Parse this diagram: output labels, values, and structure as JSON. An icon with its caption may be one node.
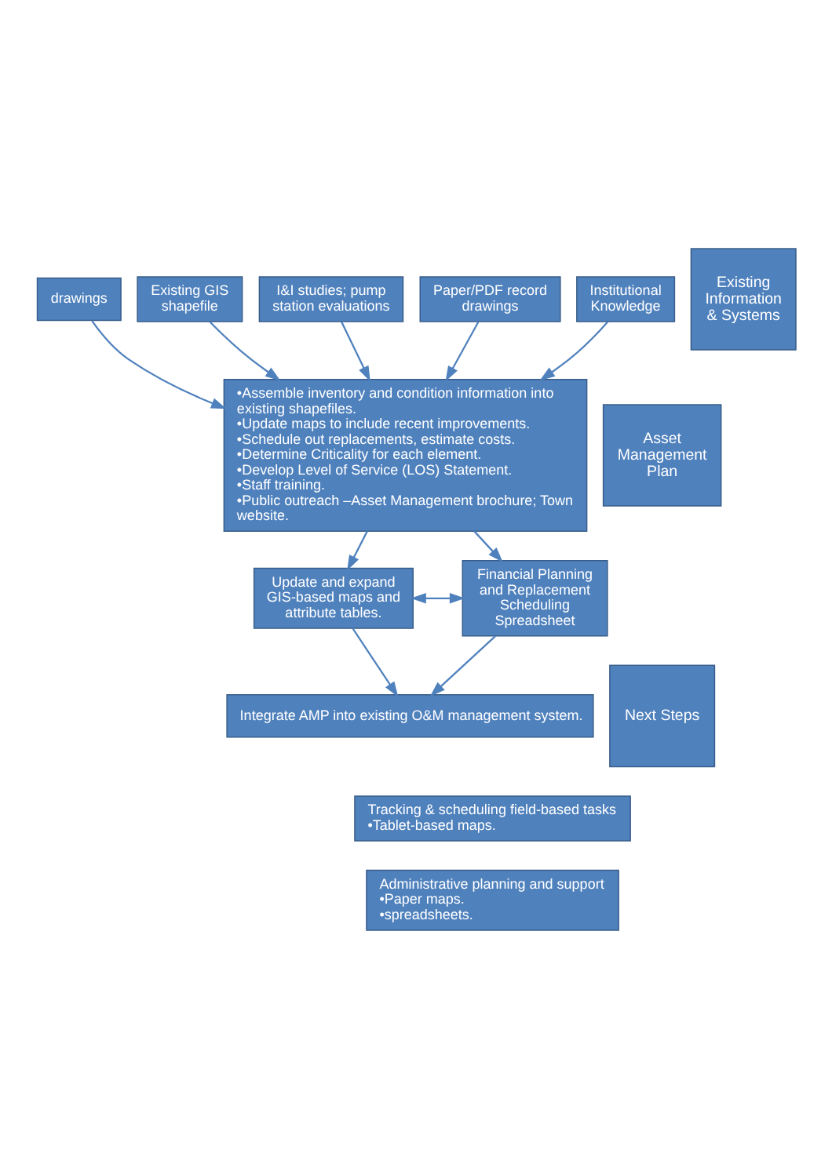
{
  "diagram": {
    "nodes": [
      {
        "text": [
          "Existing Information & Systems"
        ]
      },
      {
        "text": [
          "drawings"
        ]
      },
      {
        "text": [
          "Existing GIS shapefile"
        ]
      },
      {
        "text": [
          "I&I studies; pump station evaluations"
        ]
      },
      {
        "text": [
          "Paper/PDF record drawings"
        ]
      },
      {
        "text": [
          "Institutional Knowledge"
        ]
      },
      {
        "text": [
          "Asset Management Plan"
        ]
      },
      {
        "text": [
          "•Assemble inventory and condition information into existing shapefiles.",
          "•Update maps to include recent improvements.",
          "•Schedule out replacements, estimate costs.",
          "•Determine Criticality for each element.",
          "•Develop Level of Service (LOS) Statement.",
          "•Staff training.",
          "•Public outreach –Asset Management brochure; Town website."
        ]
      },
      {
        "text": [
          "Update and expand GIS-based maps and attribute tables."
        ]
      },
      {
        "text": [
          "Financial Planning and Replacement Scheduling Spreadsheet"
        ]
      },
      {
        "text": [
          "Next Steps"
        ]
      },
      {
        "text": [
          "Integrate AMP into existing O&M management system."
        ]
      },
      {
        "text": [
          "Tracking & scheduling field-based tasks",
          "•Tablet-based maps."
        ]
      },
      {
        "text": [
          "Administrative planning and support",
          "•Paper maps.",
          "•spreadsheets."
        ]
      }
    ],
    "edges": [
      {
        "from": 3,
        "to": 7,
        "arrow": "to"
      },
      {
        "from": 1,
        "to": 7,
        "arrow": "to"
      },
      {
        "from": 4,
        "to": 7,
        "arrow": "to"
      },
      {
        "from": 2,
        "to": 7,
        "arrow": "to"
      },
      {
        "from": 5,
        "to": 7,
        "arrow": "to"
      },
      {
        "from": 7,
        "to": 8,
        "arrow": "to"
      },
      {
        "from": 7,
        "to": 9,
        "arrow": "to"
      },
      {
        "from": 8,
        "to": 9,
        "arrow": "both"
      },
      {
        "from": 8,
        "to": 11,
        "arrow": "to"
      },
      {
        "from": 9,
        "to": 11,
        "arrow": "to"
      }
    ]
  }
}
